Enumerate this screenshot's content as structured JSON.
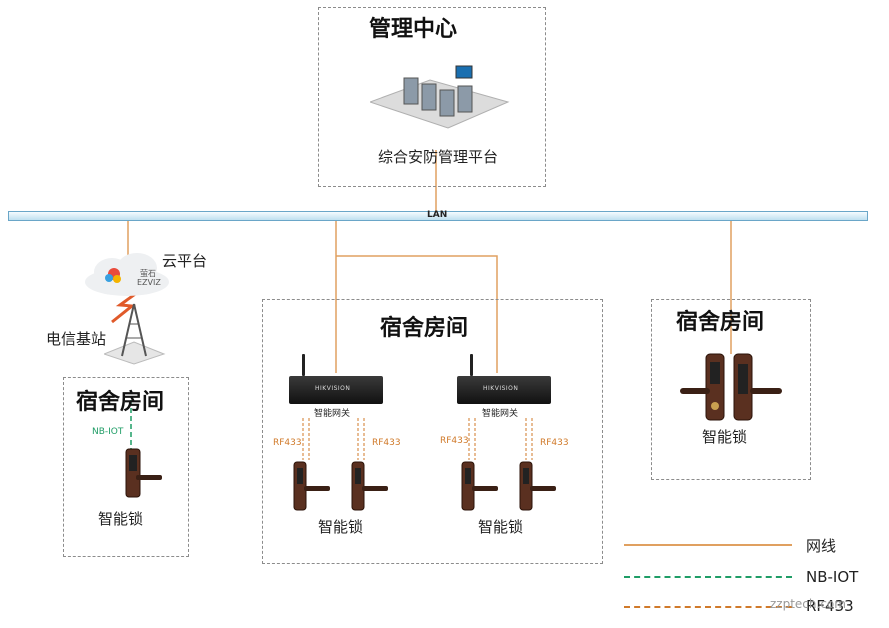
{
  "management": {
    "title": "管理中心",
    "platform_label": "综合安防管理平台"
  },
  "lan": {
    "label": "LAN"
  },
  "cloud": {
    "label": "云平台",
    "logo_cn": "萤石",
    "logo_en": "EZVIZ"
  },
  "base_station": {
    "label": "电信基站"
  },
  "rooms": {
    "left": {
      "title": "宿舍房间",
      "link_label": "NB-IOT",
      "lock_label": "智能锁"
    },
    "middle": {
      "title": "宿舍房间",
      "gateways": [
        {
          "label": "智能网关",
          "brand": "HIKVISION",
          "rf_left": "RF433",
          "rf_right": "RF433",
          "lock_label": "智能锁"
        },
        {
          "label": "智能网关",
          "brand": "HIKVISION",
          "rf_left": "RF433",
          "rf_right": "RF433",
          "lock_label": "智能锁"
        }
      ]
    },
    "right": {
      "title": "宿舍房间",
      "lock_label": "智能锁"
    }
  },
  "legend": [
    {
      "label": "网线",
      "color": "#e0a060",
      "style": "solid"
    },
    {
      "label": "NB-IOT",
      "color": "#1f9d66",
      "style": "dashed"
    },
    {
      "label": "RF433",
      "color": "#d07a2a",
      "style": "dashed"
    }
  ],
  "watermark": "zzptech.com"
}
